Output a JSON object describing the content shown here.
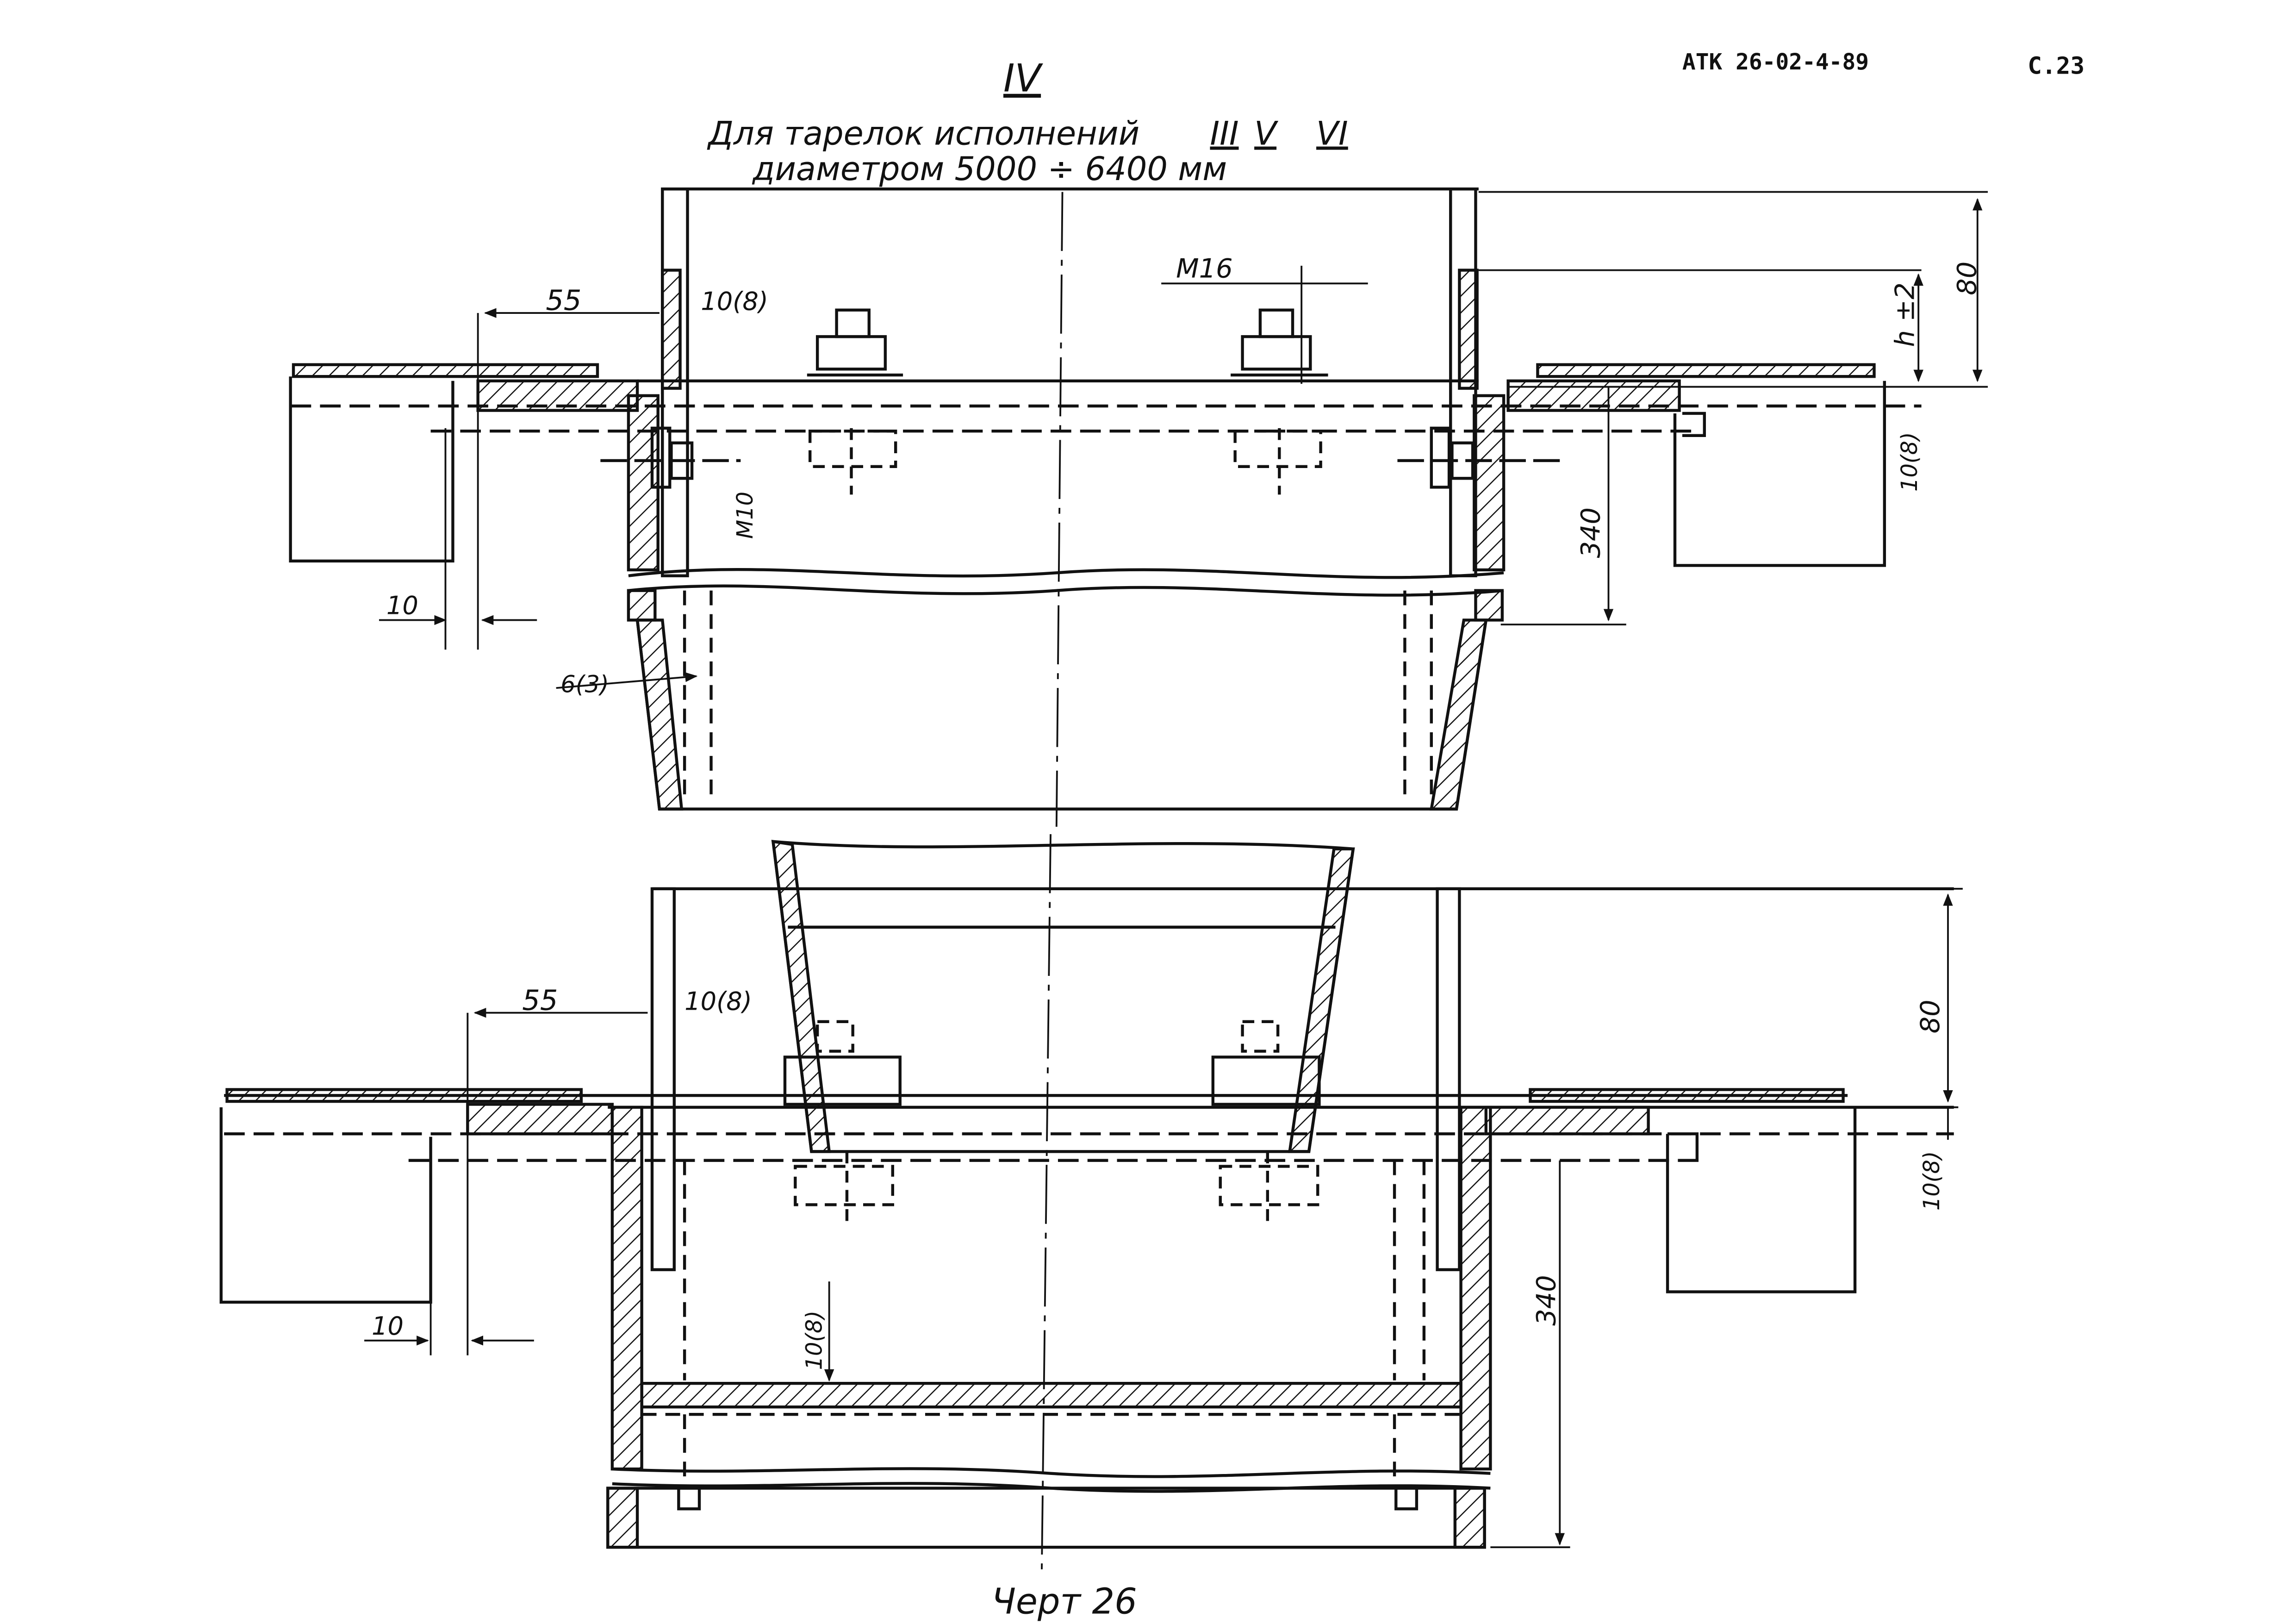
{
  "header": {
    "doc_code": "АТК 26-02-4-89",
    "page_label": "С.23"
  },
  "view": {
    "numeral": "IV",
    "subtitle_line1": "Для тарелок исполнений",
    "roman_iii": "III",
    "roman_v": "V",
    "roman_vi": "VI",
    "subtitle_line2": "диаметром 5000 ÷ 6400 мм"
  },
  "upper_dimensions": {
    "d55": "55",
    "d10_8_top": "10(8)",
    "m16": "M16",
    "d80": "80",
    "h_tol": "h ±2",
    "d10_8_right": "10(8)",
    "m10": "M10",
    "d340": "340",
    "d10": "10",
    "d6_3": "6(3)"
  },
  "lower_dimensions": {
    "d55": "55",
    "d10_8_top": "10(8)",
    "d80": "80",
    "d10_8_right": "10(8)",
    "d340": "340",
    "d10": "10",
    "d10_8_inner": "10(8)"
  },
  "caption": "Черт 26",
  "colors": {
    "ink": "#111111",
    "paper": "#ffffff"
  }
}
